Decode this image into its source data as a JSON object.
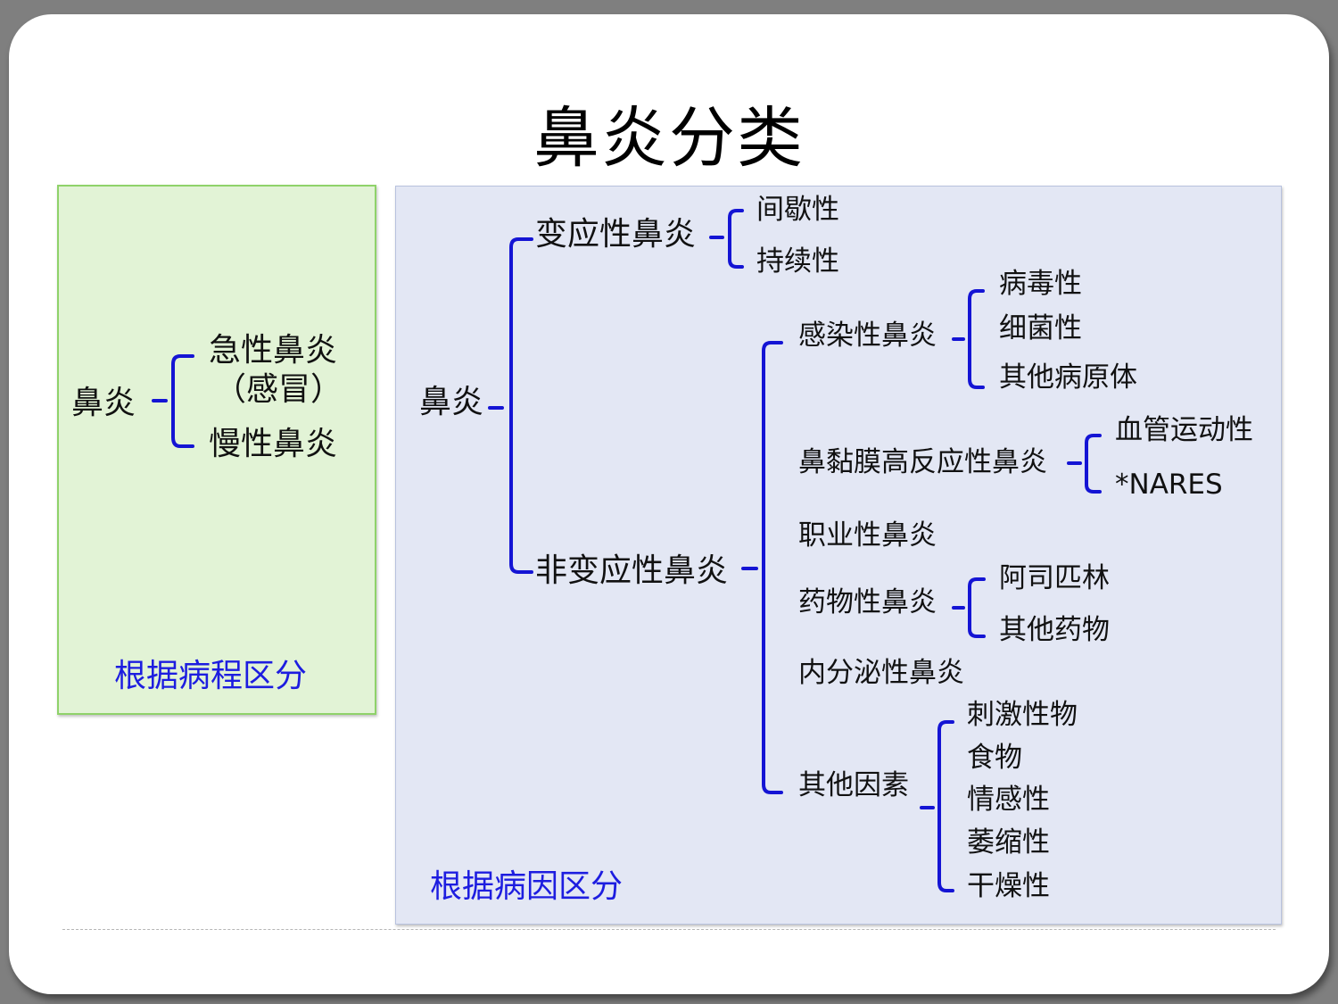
{
  "title": "鼻炎分类",
  "left_panel": {
    "root": "鼻炎",
    "acute": "急性鼻炎",
    "acute_note": "（感冒）",
    "chronic": "慢性鼻炎",
    "caption": "根据病程区分"
  },
  "right_panel": {
    "root": "鼻炎",
    "allergic": "变应性鼻炎",
    "allergic_children": [
      "间歇性",
      "持续性"
    ],
    "nonallergic": "非变应性鼻炎",
    "infectious": "感染性鼻炎",
    "infectious_children": [
      "病毒性",
      "细菌性",
      "其他病原体"
    ],
    "hyperreactive": "鼻黏膜高反应性鼻炎",
    "hyperreactive_children": [
      "血管运动性",
      "*NARES"
    ],
    "occupational": "职业性鼻炎",
    "drug": "药物性鼻炎",
    "drug_children": [
      "阿司匹林",
      "其他药物"
    ],
    "endocrine": "内分泌性鼻炎",
    "other": "其他因素",
    "other_children": [
      "刺激性物",
      "食物",
      "情感性",
      "萎缩性",
      "干燥性"
    ],
    "caption": "根据病因区分"
  },
  "colors": {
    "bracket": "#1414d4",
    "caption": "#1d1de0",
    "left_panel_bg": "#e2f3d6",
    "right_panel_bg": "#e3e7f4"
  }
}
